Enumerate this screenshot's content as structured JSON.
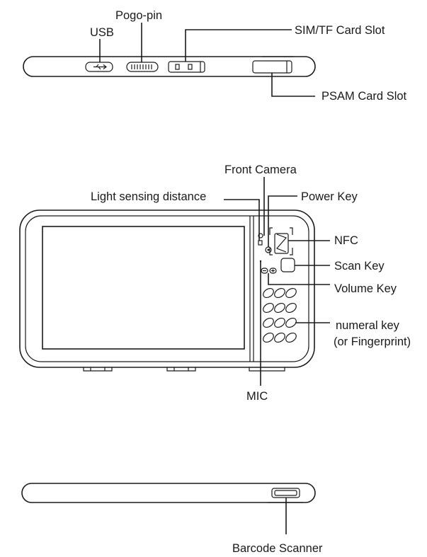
{
  "top_view": {
    "labels": {
      "usb": "USB",
      "pogo_pin": "Pogo-pin",
      "sim_tf": "SIM/TF Card Slot",
      "psam": "PSAM Card Slot"
    }
  },
  "front_view": {
    "labels": {
      "front_camera": "Front Camera",
      "light_sensing": "Light sensing distance",
      "power_key": "Power Key",
      "nfc": "NFC",
      "scan_key": "Scan Key",
      "volume_key": "Volume Key",
      "numeral_key": "numeral key",
      "numeral_key_note": "(or Fingerprint)",
      "mic": "MIC"
    }
  },
  "bottom_view": {
    "labels": {
      "barcode_scanner": "Barcode Scanner"
    }
  }
}
